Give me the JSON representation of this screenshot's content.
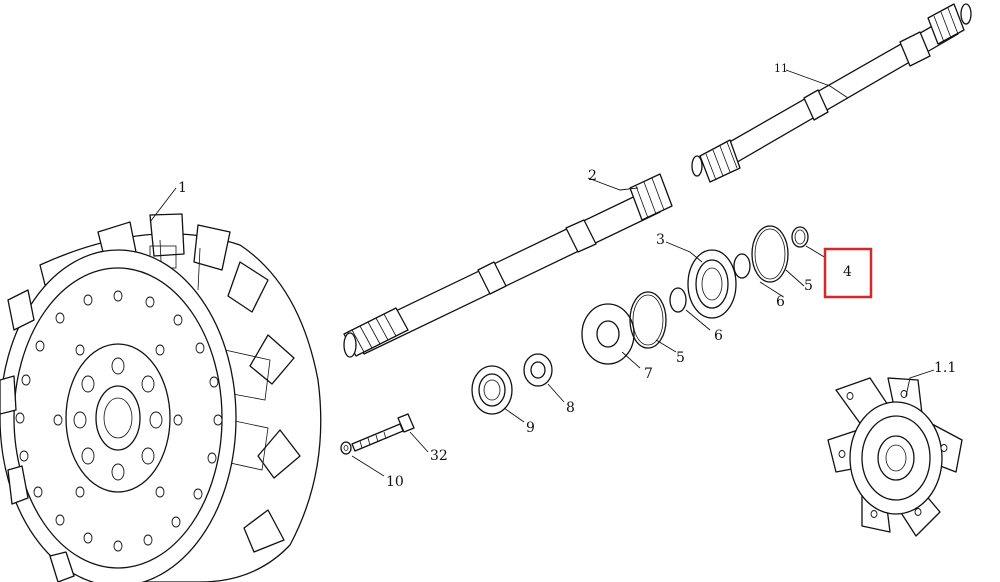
{
  "callouts": {
    "part_1": "1",
    "part_1_1": "1.1",
    "part_2": "2",
    "part_3": "3",
    "part_4": "4",
    "part_5a": "5",
    "part_5b": "5",
    "part_6a": "6",
    "part_6b": "6",
    "part_7": "7",
    "part_8": "8",
    "part_9": "9",
    "part_10": "10",
    "part_11": "11",
    "part_32": "32"
  },
  "highlight": {
    "part": "4",
    "color": "#d62828"
  },
  "colors": {
    "line": "#111111",
    "background": "#ffffff"
  }
}
